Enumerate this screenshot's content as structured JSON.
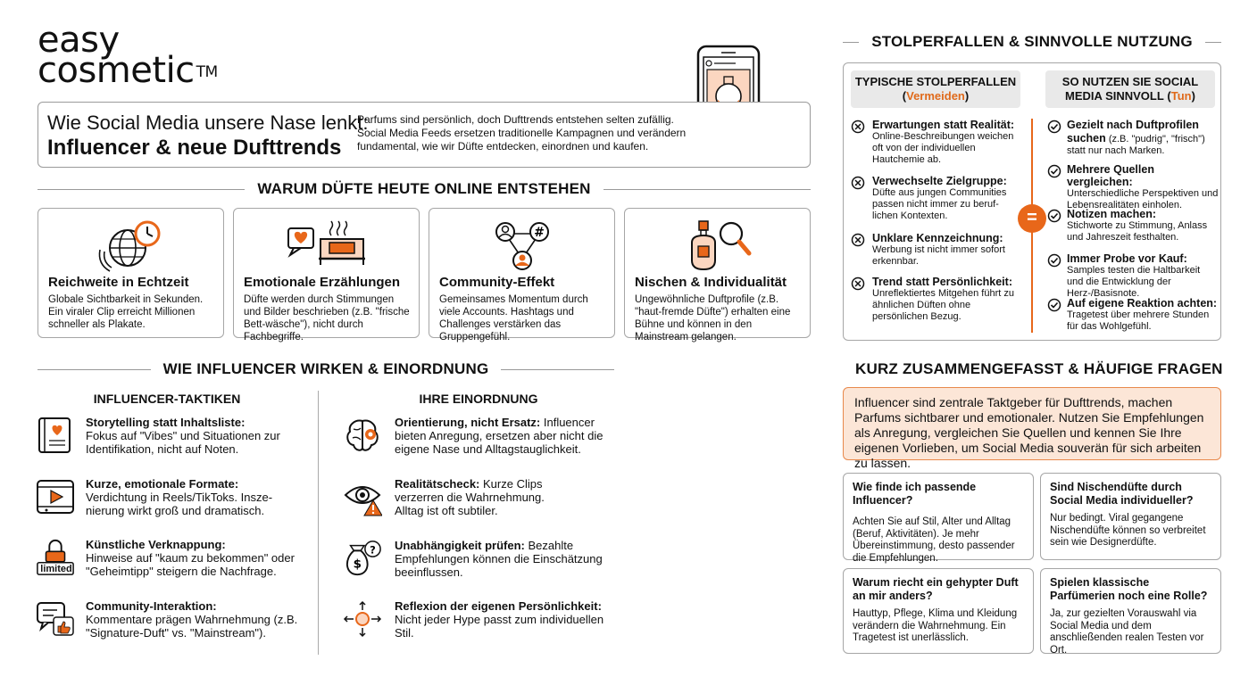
{
  "brand": {
    "line1": "easy",
    "line2": "cosmetic",
    "tm": "TM"
  },
  "intro": {
    "title_line1": "Wie Social Media unsere Nase lenkt:",
    "title_line2": "Influencer & neue Dufttrends",
    "description": "Parfums sind persönlich, doch Dufttrends entstehen selten zufällig. Social Media Feeds ersetzen traditionelle Kampagnen und verändern fundamental, wie wir Düfte entdecken, einordnen und kaufen."
  },
  "why_section": {
    "title": "WARUM DÜFTE HEUTE ONLINE ENTSTEHEN",
    "cards": [
      {
        "title": "Reichweite in Echtzeit",
        "text": "Globale Sichtbarkeit in Sekunden. Ein viraler Clip erreicht Millionen schneller als Plakate.",
        "icon": "globe-clock-icon"
      },
      {
        "title": "Emotionale Erzählungen",
        "text": "Düfte werden durch Stimmungen und Bilder beschrieben (z.B. \"frische Bett-wäsche\"), nicht durch Fachbegriffe.",
        "icon": "heart-bed-icon"
      },
      {
        "title": "Community-Effekt",
        "text": "Gemeinsames Momentum durch viele Accounts. Hashtags und Challenges verstärken das Gruppengefühl.",
        "icon": "network-icon"
      },
      {
        "title": "Nischen & Individualität",
        "text": "Ungewöhnliche Duftprofile (z.B. \"haut-fremde Düfte\") erhalten eine Bühne und können in den Mainstream gelangen.",
        "icon": "perfume-magnifier-icon"
      }
    ]
  },
  "influencer_section": {
    "title": "WIE INFLUENCER WIRKEN & EINORDNUNG",
    "tactics_head": "INFLUENCER-TAKTIKEN",
    "classification_head": "IHRE EINORDNUNG",
    "tactics": [
      {
        "bold": "Storytelling statt Inhaltsliste:",
        "text": " Fokus auf \"Vibes\" und Situationen zur Identifikation, nicht auf Noten.",
        "icon": "book-heart-icon"
      },
      {
        "bold": "Kurze, emotionale Formate:",
        "text": " Verdichtung in Reels/TikToks. Insze-nierung wirkt groß und dramatisch.",
        "icon": "video-play-icon"
      },
      {
        "bold": "Künstliche Verknappung:",
        "text": " Hinweise auf \"kaum zu bekommen\" oder \"Geheimtipp\" steigern die Nachfrage.",
        "icon": "lock-limited-icon",
        "badge": "limited"
      },
      {
        "bold": "Community-Interaktion:",
        "text": " Kommentare prägen Wahrnehmung (z.B. \"Signature-Duft\" vs. \"Mainstream\").",
        "icon": "chat-thumb-icon"
      }
    ],
    "classification": [
      {
        "bold": "Orientierung, nicht Ersatz:",
        "text": " Influencer bieten Anregung, ersetzen aber nicht die eigene Nase und Alltagstauglichkeit.",
        "icon": "brain-icon"
      },
      {
        "bold": "Realitätscheck:",
        "text": " Kurze Clips verzerren die Wahrnehmung. Alltag ist oft subtiler.",
        "icon": "eye-warning-icon"
      },
      {
        "bold": "Unabhängigkeit prüfen:",
        "text": " Bezahlte Empfehlungen können die Einschätzung beeinflussen.",
        "icon": "money-bag-icon"
      },
      {
        "bold": "Reflexion der eigenen Persönlichkeit:",
        "text": " Nicht jeder Hype passt zum individuellen Stil.",
        "icon": "person-arrows-icon"
      }
    ]
  },
  "pitfalls_section": {
    "title": "STOLPERFALLEN & SINNVOLLE NUTZUNG",
    "left_head": "TYPISCHE STOLPERFALLEN",
    "left_tag": "Vermeiden",
    "right_head": "SO NUTZEN SIE SOCIAL MEDIA SINNVOLL",
    "right_tag": "Tun",
    "center_symbol": "=",
    "avoid": [
      {
        "title": "Erwartungen statt Realität:",
        "text": "Online-Beschreibungen weichen oft von der individuellen Hautchemie ab."
      },
      {
        "title": "Verwechselte Zielgruppe:",
        "text": "Düfte aus jungen Communities passen nicht immer zu beruf-lichen Kontexten."
      },
      {
        "title": "Unklare Kennzeichnung:",
        "text": "Werbung ist nicht immer sofort erkennbar."
      },
      {
        "title": "Trend statt Persönlichkeit:",
        "text": "Unreflektiertes Mitgehen führt zu ähnlichen Düften ohne persönlichen Bezug."
      }
    ],
    "do": [
      {
        "title": "Gezielt nach Duftprofilen suchen",
        "text": " (z.B. \"pudrig\", \"frisch\") statt nur nach Marken."
      },
      {
        "title": "Mehrere Quellen vergleichen:",
        "text": "Unterschiedliche Perspektiven und Lebensrealitäten einholen."
      },
      {
        "title": "Notizen machen:",
        "text": "Stichworte zu Stimmung, Anlass und Jahreszeit festhalten."
      },
      {
        "title": "Immer Probe vor Kauf:",
        "text": "Samples testen die Haltbarkeit und die Entwicklung der Herz-/Basisnote."
      },
      {
        "title": "Auf eigene Reaktion achten:",
        "text": "Tragetest über mehrere Stunden für das Wohlgefühl."
      }
    ]
  },
  "summary_section": {
    "title": "KURZ ZUSAMMENGEFASST & HÄUFIGE FRAGEN",
    "summary": "Influencer sind zentrale Taktgeber für Dufttrends, machen Parfums sichtbarer und emotionaler. Nutzen Sie Empfehlungen als Anregung, vergleichen Sie Quellen und kennen Sie Ihre eigenen Vorlieben, um Social Media souverän für sich arbeiten zu lassen.",
    "faqs": [
      {
        "q": "Wie finde ich passende Influencer?",
        "a": "Achten Sie auf Stil, Alter und Alltag (Beruf, Aktivitäten). Je mehr Übereinstimmung, desto passender die Empfehlungen."
      },
      {
        "q": "Sind Nischendüfte durch Social Media individueller?",
        "a": "Nur bedingt. Viral gegangene Nischendüfte können so verbreitet sein wie Designerdüfte."
      },
      {
        "q": "Warum riecht ein gehypter Duft an mir anders?",
        "a": "Hauttyp, Pflege, Klima und Kleidung verändern die Wahrnehmung. Ein Tragetest ist unerlässlich."
      },
      {
        "q": "Spielen klassische Parfümerien noch eine Rolle?",
        "a": "Ja, zur gezielten Vorauswahl via Social Media und dem anschließenden realen Testen vor Ort."
      }
    ]
  },
  "colors": {
    "accent": "#e8671a",
    "summary_bg": "#fce6d7",
    "card_border": "#a6a6a6"
  }
}
